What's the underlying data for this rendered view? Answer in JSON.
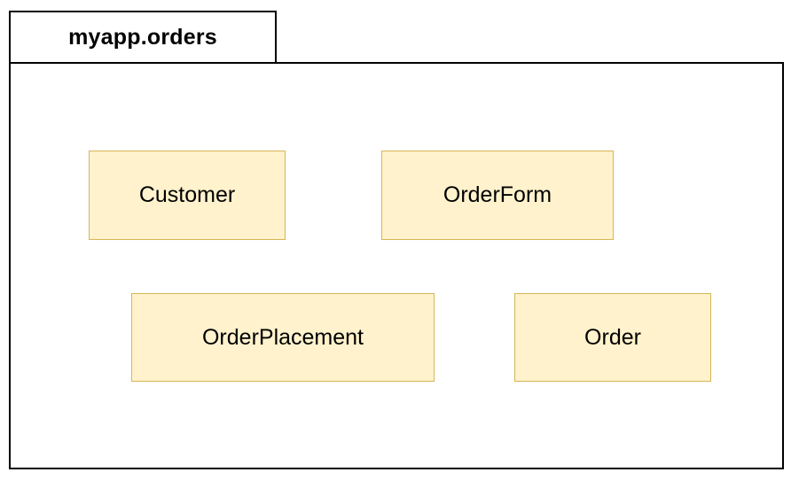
{
  "diagram": {
    "package": {
      "title": "myapp.orders"
    },
    "nodes": [
      {
        "label": "Customer"
      },
      {
        "label": "OrderForm"
      },
      {
        "label": "OrderPlacement"
      },
      {
        "label": "Order"
      }
    ],
    "colors": {
      "node_fill": "#fff2cc",
      "node_border": "#d6b656",
      "frame_border": "#000000",
      "background": "#ffffff",
      "text": "#000000"
    }
  }
}
